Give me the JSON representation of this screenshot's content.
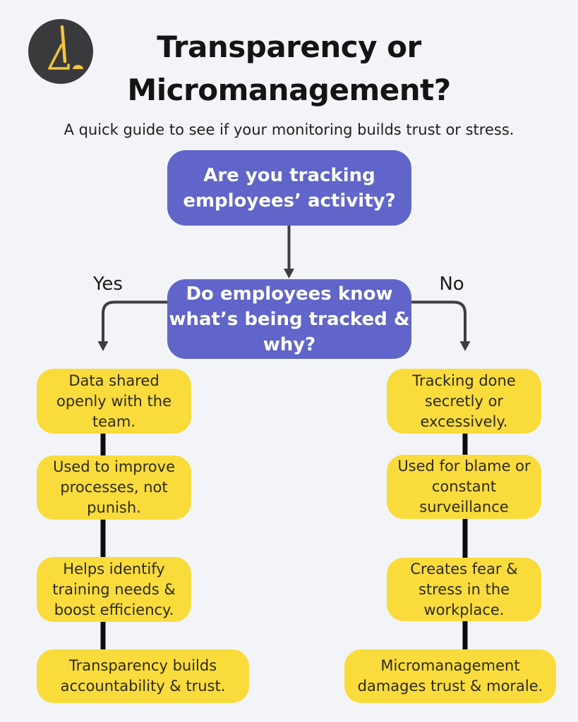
{
  "page": {
    "background": "#f3f4f7"
  },
  "header": {
    "logo": {
      "icon": "monitor-and-mouse-logo",
      "circle_color": "#3a3a3c",
      "glyph_color": "#f2c63c"
    },
    "title_lines": [
      "Transparency or",
      "Micromanagement?"
    ],
    "subtitle": "A quick guide to see if your monitoring builds trust or stress."
  },
  "flowchart": {
    "colors": {
      "question_fill": "#6165c9",
      "question_text": "#ffffff",
      "outcome_fill": "#f9dc3c",
      "outcome_text": "#2e2b23",
      "arrow": "#3d3d42",
      "connector": "#0d0d0d"
    },
    "question1": {
      "lines": [
        "Are you tracking",
        "employees’ activity?"
      ]
    },
    "question2": {
      "lines": [
        "Do employees know",
        "what’s being tracked &",
        "why?"
      ]
    },
    "branch_labels": {
      "yes": "Yes",
      "no": "No"
    },
    "yes_branch": [
      {
        "lines": [
          "Data shared",
          "openly with the",
          "team."
        ]
      },
      {
        "lines": [
          "Used to improve",
          "processes, not",
          "punish."
        ]
      },
      {
        "lines": [
          "Helps identify",
          "training needs &",
          "boost efficiency."
        ]
      },
      {
        "lines": [
          "Transparency builds",
          "accountability & trust."
        ]
      }
    ],
    "no_branch": [
      {
        "lines": [
          "Tracking done",
          "secretly or",
          "excessively."
        ]
      },
      {
        "lines": [
          "Used for blame or",
          "constant",
          "surveillance"
        ]
      },
      {
        "lines": [
          "Creates fear &",
          "stress in the",
          "workplace."
        ]
      },
      {
        "lines": [
          "Micromanagement",
          "damages trust & morale."
        ]
      }
    ]
  }
}
